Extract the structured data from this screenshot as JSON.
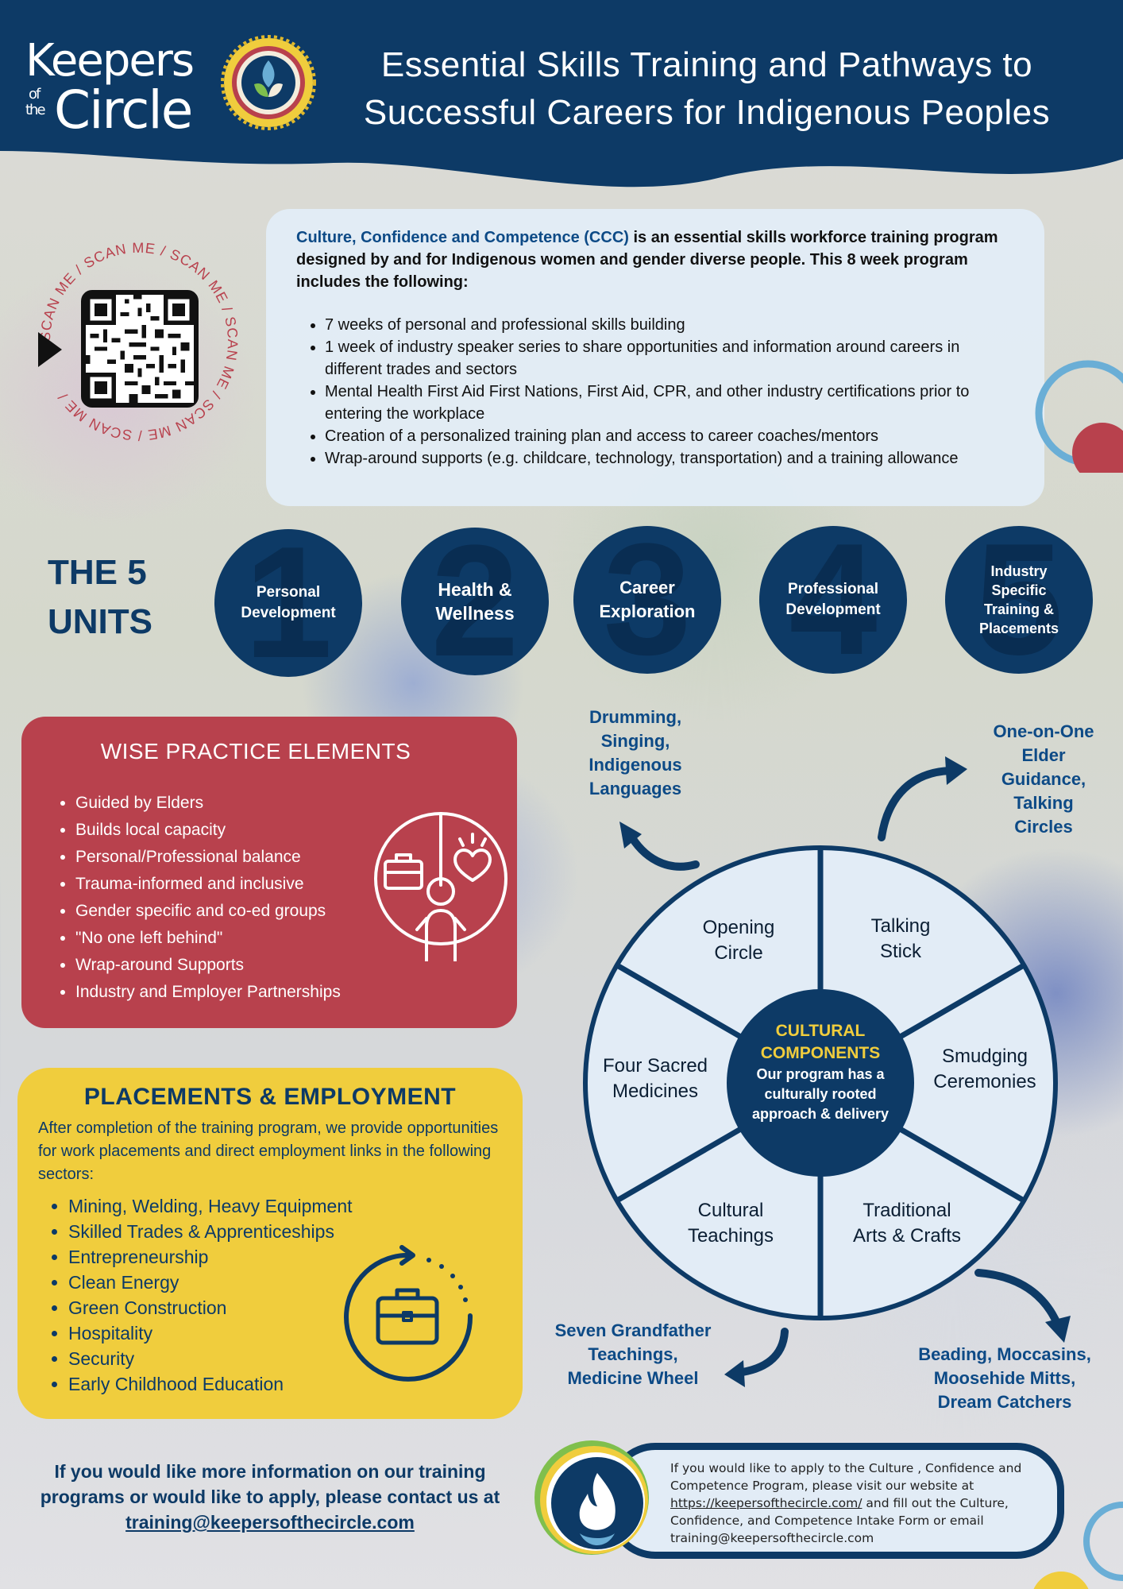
{
  "header": {
    "logo": {
      "word1": "Keepers",
      "word2": "of",
      "word3": "the",
      "word4": "Circle"
    },
    "title_line1": "Essential Skills Training and Pathways to",
    "title_line2": "Successful Careers for Indigenous Peoples"
  },
  "qr": {
    "ring_text": "SCAN ME / SCAN ME / SCAN ME / SCAN ME / SCAN ME / SCAN ME / "
  },
  "intro": {
    "highlight": "Culture, Confidence and Competence (CCC)",
    "text": " is an essential skills workforce training program designed by and for Indigenous women and gender diverse people. This 8 week program includes the following:",
    "bullets": [
      "7 weeks of personal and professional skills building",
      "1 week of industry speaker series to share opportunities and information around careers in different trades and sectors",
      "Mental Health First Aid First Nations, First Aid, CPR, and other industry certifications prior to entering the workplace",
      "Creation of a personalized training plan and access to career coaches/mentors",
      "Wrap-around supports (e.g. childcare, technology, transportation) and a training allowance"
    ]
  },
  "units": {
    "title_line1": "THE 5",
    "title_line2": "UNITS",
    "items": [
      {
        "number": "1",
        "label": "Personal Development"
      },
      {
        "number": "2",
        "label": "Health & Wellness"
      },
      {
        "number": "3",
        "label": "Career Exploration"
      },
      {
        "number": "4",
        "label": "Professional Development"
      },
      {
        "number": "5",
        "label": "Industry Specific Training & Placements"
      }
    ]
  },
  "wise": {
    "title": "WISE PRACTICE ELEMENTS",
    "items": [
      "Guided by Elders",
      "Builds local capacity",
      "Personal/Professional balance",
      "Trauma-informed and inclusive",
      "Gender specific and co-ed groups",
      "\"No one left behind\"",
      "Wrap-around Supports",
      "Industry and Employer Partnerships"
    ]
  },
  "placements": {
    "title": "PLACEMENTS & EMPLOYMENT",
    "intro": "After completion of the training program, we provide opportunities for work placements and direct employment links in the following sectors:",
    "items": [
      "Mining, Welding, Heavy Equipment",
      "Skilled Trades & Apprenticeships",
      "Entrepreneurship",
      "Clean Energy",
      "Green Construction",
      "Hospitality",
      "Security",
      "Early Childhood Education"
    ]
  },
  "contact": {
    "text": "If you would like more information on our training programs or would like to apply, please contact us at ",
    "email": "training@keepersofthecircle.com"
  },
  "wheel": {
    "center_title_line1": "CULTURAL",
    "center_title_line2": "COMPONENTS",
    "center_text": "Our program has a culturally rooted approach & delivery",
    "segments": [
      {
        "line1": "Opening",
        "line2": "Circle"
      },
      {
        "line1": "Talking",
        "line2": "Stick"
      },
      {
        "line1": "Smudging",
        "line2": "Ceremonies"
      },
      {
        "line1": "Traditional",
        "line2": "Arts & Crafts"
      },
      {
        "line1": "Cultural",
        "line2": "Teachings"
      },
      {
        "line1": "Four Sacred",
        "line2": "Medicines"
      }
    ],
    "outer_labels": {
      "top_left": [
        "Drumming,",
        "Singing,",
        "Indigenous",
        "Languages"
      ],
      "top_right": [
        "One-on-One",
        "Elder",
        "Guidance,",
        "Talking",
        "Circles"
      ],
      "bottom_left": [
        "Seven Grandfather",
        "Teachings,",
        "Medicine Wheel"
      ],
      "bottom_right": [
        "Beading, Moccasins,",
        "Moosehide Mitts,",
        "Dream Catchers"
      ]
    }
  },
  "apply": {
    "text_before": "If you would like to apply to the Culture , Confidence and Competence Program, please visit our website at ",
    "url": "https://keepersofthecircle.com/",
    "text_after": " and fill out the Culture, Confidence, and Competence Intake Form or email training@keepersofthecircle.com"
  },
  "colors": {
    "navy": "#0d3a66",
    "red": "#b8414d",
    "yellow": "#f0cd3d",
    "light_blue": "#e2ecf6",
    "sky": "#6aaed6"
  }
}
